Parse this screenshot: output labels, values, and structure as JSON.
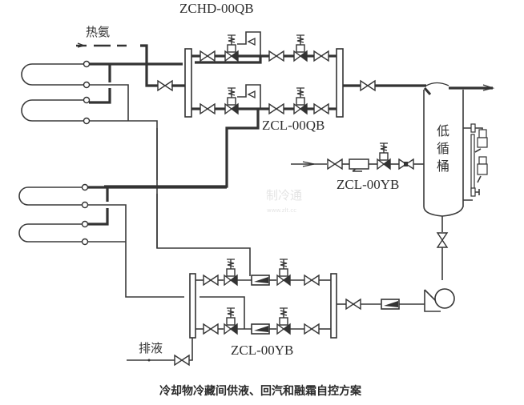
{
  "labels": {
    "hot_ammonia": "热氨",
    "zchd_station": "ZCHD-00QB",
    "zcl_qb_station": "ZCL-00QB",
    "zcl_yb_supply": "ZCL-00YB",
    "zcl_yb_pump": "ZCL-00YB",
    "drain": "排液",
    "vessel_line1": "低",
    "vessel_line2": "循",
    "vessel_line3": "桶"
  },
  "watermark": {
    "name": "制冷通",
    "url": "www.zlt.cc"
  },
  "caption": "冷却物冷藏间供液、回汽和融霜自控方案",
  "colors": {
    "line": "#333333",
    "background": "#ffffff"
  }
}
